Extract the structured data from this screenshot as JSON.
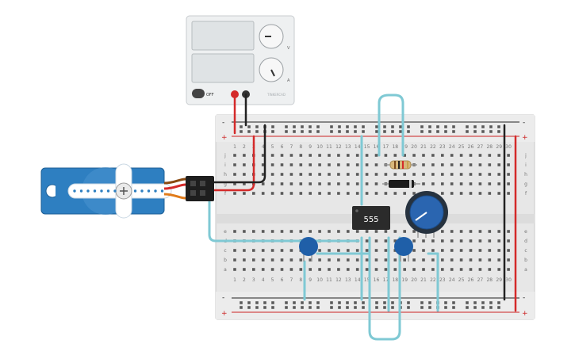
{
  "power_supply": {
    "off_label": "OFF",
    "brand": "TINKERCAD",
    "voltage_unit": "V",
    "current_unit": "A",
    "voltage_value": "",
    "current_value": ""
  },
  "breadboard": {
    "rows_top": [
      "j",
      "i",
      "h",
      "g",
      "f"
    ],
    "rows_bottom": [
      "e",
      "d",
      "c",
      "b",
      "a"
    ],
    "columns": [
      "1",
      "2",
      "3",
      "4",
      "5",
      "6",
      "7",
      "8",
      "9",
      "10",
      "11",
      "12",
      "13",
      "14",
      "15",
      "16",
      "17",
      "18",
      "19",
      "20",
      "21",
      "22",
      "23",
      "24",
      "25",
      "26",
      "27",
      "28",
      "29",
      "30"
    ],
    "rail_plus": "+",
    "rail_minus": "-"
  },
  "ic": {
    "label": "555"
  },
  "colors": {
    "wire_red": "#d42a2a",
    "wire_black": "#222222",
    "wire_cyan": "#7fc9d4",
    "servo_blue": "#2e7fc1",
    "cap_blue": "#1f5fa8",
    "pot_blue": "#2a65b0"
  }
}
